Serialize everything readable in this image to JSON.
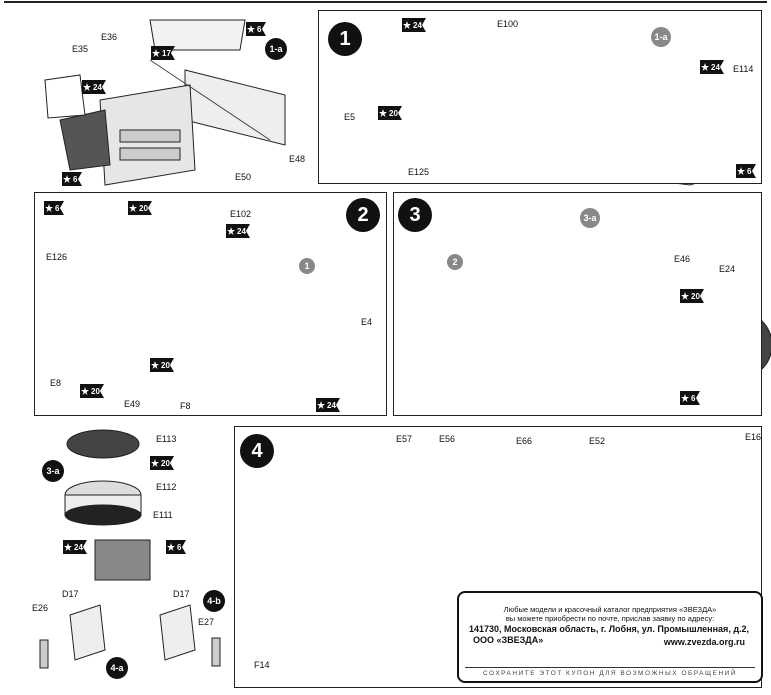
{
  "steps": {
    "s1": "1",
    "s2": "2",
    "s3": "3",
    "s4": "4",
    "r1": "1",
    "r2": "2",
    "sub_1a": "1-a",
    "sub_1a_ref": "1-a",
    "sub_3a": "3-a",
    "sub_3a_ref": "3-a",
    "sub_4a": "4-a",
    "sub_4b": "4-b"
  },
  "parts": {
    "e36": "E36",
    "e35": "E35",
    "e48": "E48",
    "e50": "E50",
    "e100": "E100",
    "e5": "E5",
    "e125": "E125",
    "e114": "E114",
    "e102": "E102",
    "e126": "E126",
    "e8": "E8",
    "e49": "E49",
    "f8": "F8",
    "e4": "E4",
    "e46": "E46",
    "e24": "E24",
    "e113": "E113",
    "e112": "E112",
    "e111": "E111",
    "e26": "E26",
    "d17a": "D17",
    "d17b": "D17",
    "e27": "E27",
    "e57": "E57",
    "e56": "E56",
    "e66": "E66",
    "e52": "E52",
    "e16": "E16",
    "f14": "F14"
  },
  "flags": {
    "f1": "6",
    "f2": "17",
    "f3": "24",
    "f4": "6",
    "f5": "24",
    "f6": "20",
    "f7": "24",
    "f8": "6",
    "f9": "6",
    "f10": "20",
    "f11": "24",
    "f12": "20",
    "f13": "20",
    "f14": "24",
    "f15": "20",
    "f16": "6",
    "f17": "20",
    "f18": "24",
    "f19": "6"
  },
  "coupon": {
    "line1": "Любые модели и красочный каталог предприятия «ЗВЕЗДА»",
    "line2": "вы можете приобрести по почте, прислав заявку по адресу:",
    "address": "141730, Московская область, г. Лобня, ул. Промышленная, д.2,",
    "company": "ООО «ЗВЕЗДА»",
    "website": "www.zvezda.org.ru",
    "footer": "СОХРАНИТЕ ЭТОТ КУПОН ДЛЯ ВОЗМОЖНЫХ ОБРАЩЕНИЙ"
  },
  "colors": {
    "ink": "#111111",
    "part_grey": "#8a8a8a",
    "sub_grey": "#888888"
  }
}
